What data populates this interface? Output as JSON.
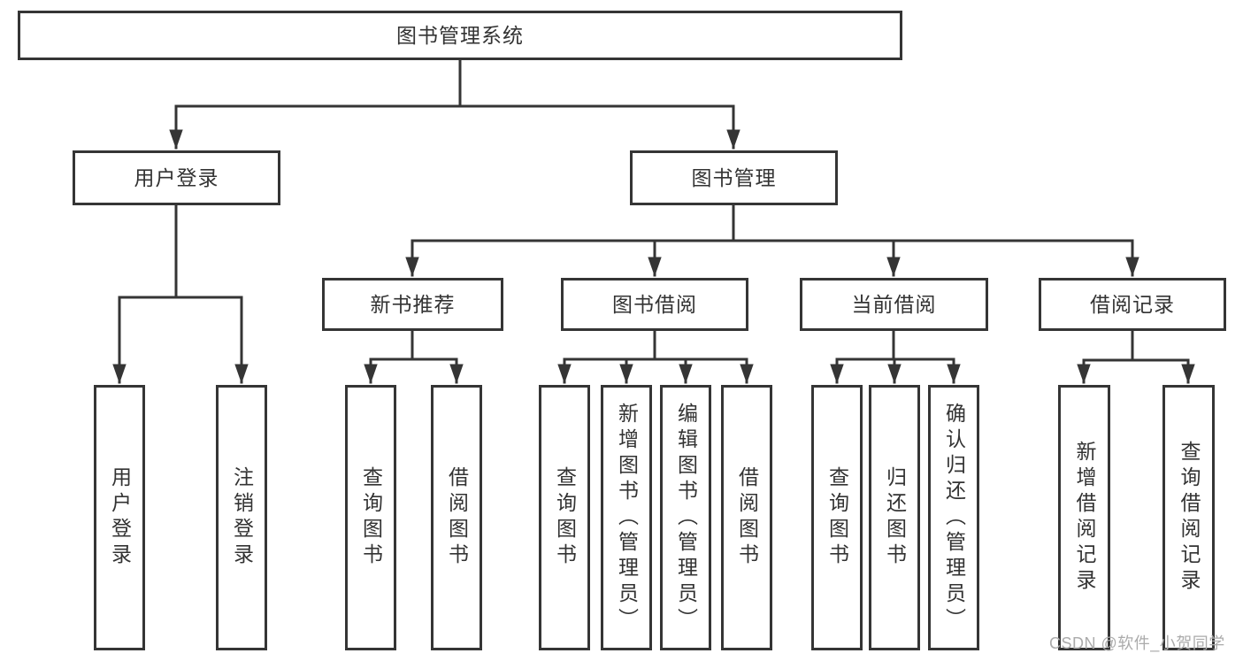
{
  "diagram": {
    "root": {
      "label": "图书管理系统",
      "children": [
        {
          "label": "用户登录",
          "children": [
            {
              "label": "用户登录"
            },
            {
              "label": "注销登录"
            }
          ]
        },
        {
          "label": "图书管理",
          "children": [
            {
              "label": "新书推荐",
              "children": [
                {
                  "label": "查询图书"
                },
                {
                  "label": "借阅图书"
                }
              ]
            },
            {
              "label": "图书借阅",
              "children": [
                {
                  "label": "查询图书"
                },
                {
                  "label": "新增图书（管理员）"
                },
                {
                  "label": "编辑图书（管理员）"
                },
                {
                  "label": "借阅图书"
                }
              ]
            },
            {
              "label": "当前借阅",
              "children": [
                {
                  "label": "查询图书"
                },
                {
                  "label": "归还图书"
                },
                {
                  "label": "确认归还（管理员）"
                }
              ]
            },
            {
              "label": "借阅记录",
              "children": [
                {
                  "label": "新增借阅记录"
                },
                {
                  "label": "查询借阅记录"
                }
              ]
            }
          ]
        }
      ]
    },
    "colors": {
      "line": "#353535",
      "text": "#333333",
      "watermark": "#ababab"
    },
    "watermark": "CSDN @软件_小贺同学"
  }
}
